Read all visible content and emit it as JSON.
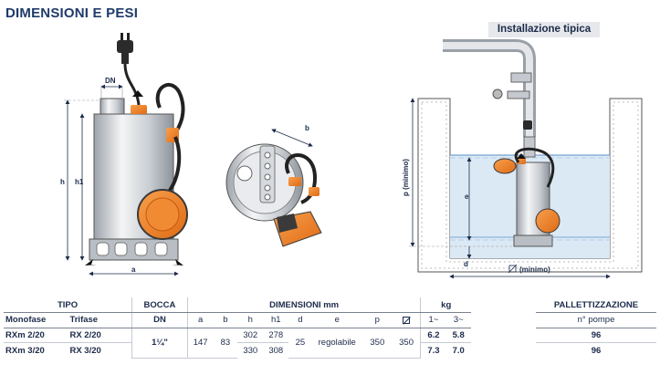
{
  "page": {
    "title": "DIMENSIONI E PESI",
    "install_label": "Installazione tipica"
  },
  "drawing_labels": {
    "dn": "DN",
    "h": "h",
    "h1": "h1",
    "a": "a",
    "b": "b",
    "p_minimo": "p (minimo)",
    "e": "e",
    "d": "d",
    "square_minimo": "(minimo)"
  },
  "table": {
    "group_headers": {
      "tipo": "TIPO",
      "bocca": "BOCCA",
      "dimensioni": "DIMENSIONI mm",
      "kg": "kg"
    },
    "sub_headers": {
      "monofase": "Monofase",
      "trifase": "Trifase",
      "dn": "DN",
      "a": "a",
      "b": "b",
      "h": "h",
      "h1": "h1",
      "d": "d",
      "e": "e",
      "p": "p",
      "kg1": "1~",
      "kg3": "3~"
    },
    "shared": {
      "dn": "1¼\"",
      "a": "147",
      "b": "83",
      "d": "25",
      "e": "regolabile",
      "p": "350",
      "square": "350"
    },
    "rows": [
      {
        "monofase": "RXm 2/20",
        "trifase": "RX 2/20",
        "h": "302",
        "h1": "278",
        "kg1": "6.2",
        "kg3": "5.8"
      },
      {
        "monofase": "RXm 3/20",
        "trifase": "RX 3/20",
        "h": "330",
        "h1": "308",
        "kg1": "7.3",
        "kg3": "7.0"
      }
    ]
  },
  "pallet": {
    "header": "PALLETTIZZAZIONE",
    "sub_header": "n° pompe",
    "values": [
      "96",
      "96"
    ]
  },
  "colors": {
    "title": "#1f3b6b",
    "accent_orange": "#f07e26",
    "water": "#dbe9f5"
  }
}
